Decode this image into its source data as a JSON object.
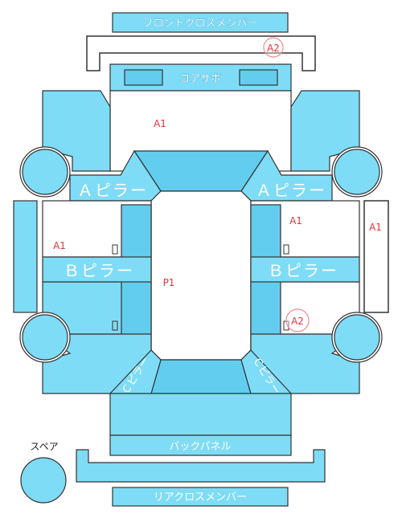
{
  "parts": {
    "front_cross_member": "フロントクロスメンバー",
    "core_support": "コアサポ",
    "a_pillar_left": "Ａピラー",
    "a_pillar_right": "Ａピラー",
    "b_pillar_left": "Ｂピラー",
    "b_pillar_right": "Ｂピラー",
    "c_pillar_left": "Ｃピラー",
    "c_pillar_right": "Ｃピラー",
    "back_panel": "バックパネル",
    "rear_cross_member": "リアクロスメンバー",
    "spare": "スペア"
  },
  "marks": {
    "front_area": "A1",
    "front_right_small": "A2",
    "right_door_front": "A1",
    "left_door_front": "A1",
    "right_outer_sill": "A1",
    "roof": "P1",
    "right_door_rear": "A2"
  },
  "colors": {
    "panel": "#7fdcf6",
    "panel_dark": "#62cdee",
    "mark": "#e8333a"
  }
}
